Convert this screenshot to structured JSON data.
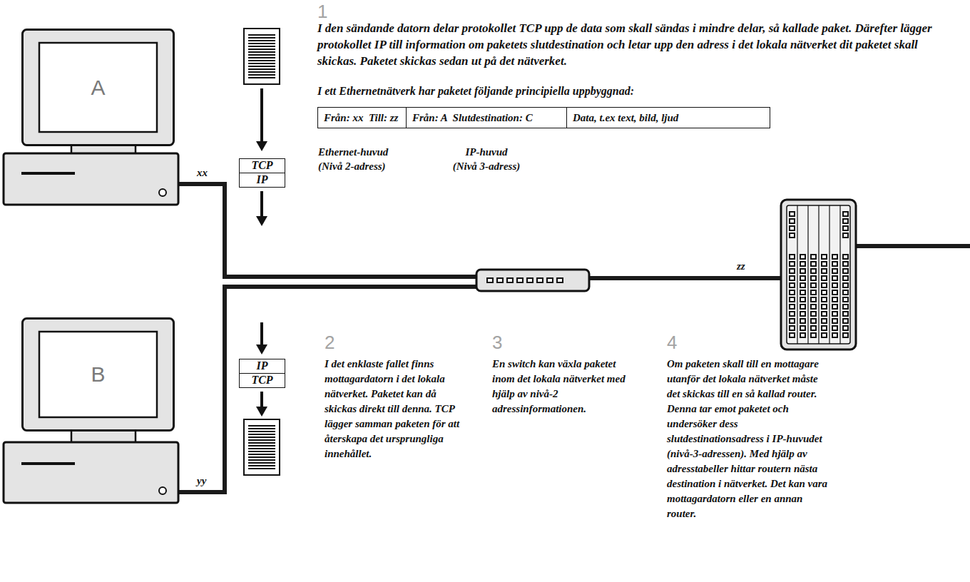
{
  "diagram": {
    "nodes": [
      {
        "text": [
          "A"
        ]
      },
      {
        "text": [
          "TCP"
        ]
      },
      {
        "text": [
          "IP"
        ]
      },
      {
        "text": [
          "Från: xx  Till: zz",
          "Ethernet-huvud",
          "(Nivå 2-adress)"
        ]
      },
      {
        "text": [
          "Från: A  Slutdestination: C",
          "IP-huvud",
          "(Nivå 3-adress)"
        ]
      },
      {
        "text": [
          "Data, t.ex text, bild, ljud"
        ]
      },
      {
        "text": [
          "B"
        ]
      },
      {
        "text": [
          "IP"
        ]
      },
      {
        "text": [
          "TCP"
        ]
      }
    ],
    "labels": [
      "1",
      "I den sändande datorn delar protokollet TCP upp de data som skall sändas i mindre delar, så kallade paket. Därefter lägger protokollet IP till information om paketets slutdestination och letar upp den adress i det lokala nätverket dit paketet skall skickas. Paketet skickas sedan ut på det nätverket.",
      "I ett Ethernetnätverk har paketet följande principiella uppbyggnad:",
      "xx",
      "zz",
      "yy",
      "2",
      "I det enklaste fallet finns mottagardatorn i det lokala nätverket. Paketet kan då skickas direkt till denna. TCP lägger samman paketen för att återskapa det ursprungliga innehållet.",
      "3",
      "En switch kan växla paketet inom det lokala nätverket med hjälp av nivå-2 adressinformationen.",
      "4",
      "Om paketen skall till en mottagare utanför det lokala nätverket måste det skickas till en så kallad router. Denna tar emot paketet och undersöker dess slutdestinationsadress i IP-huvudet (nivå-3-adressen). Med hjälp av adresstabeller hittar routern nästa destination i nätverket. Det kan vara mottagardatorn eller en annan router."
    ]
  }
}
